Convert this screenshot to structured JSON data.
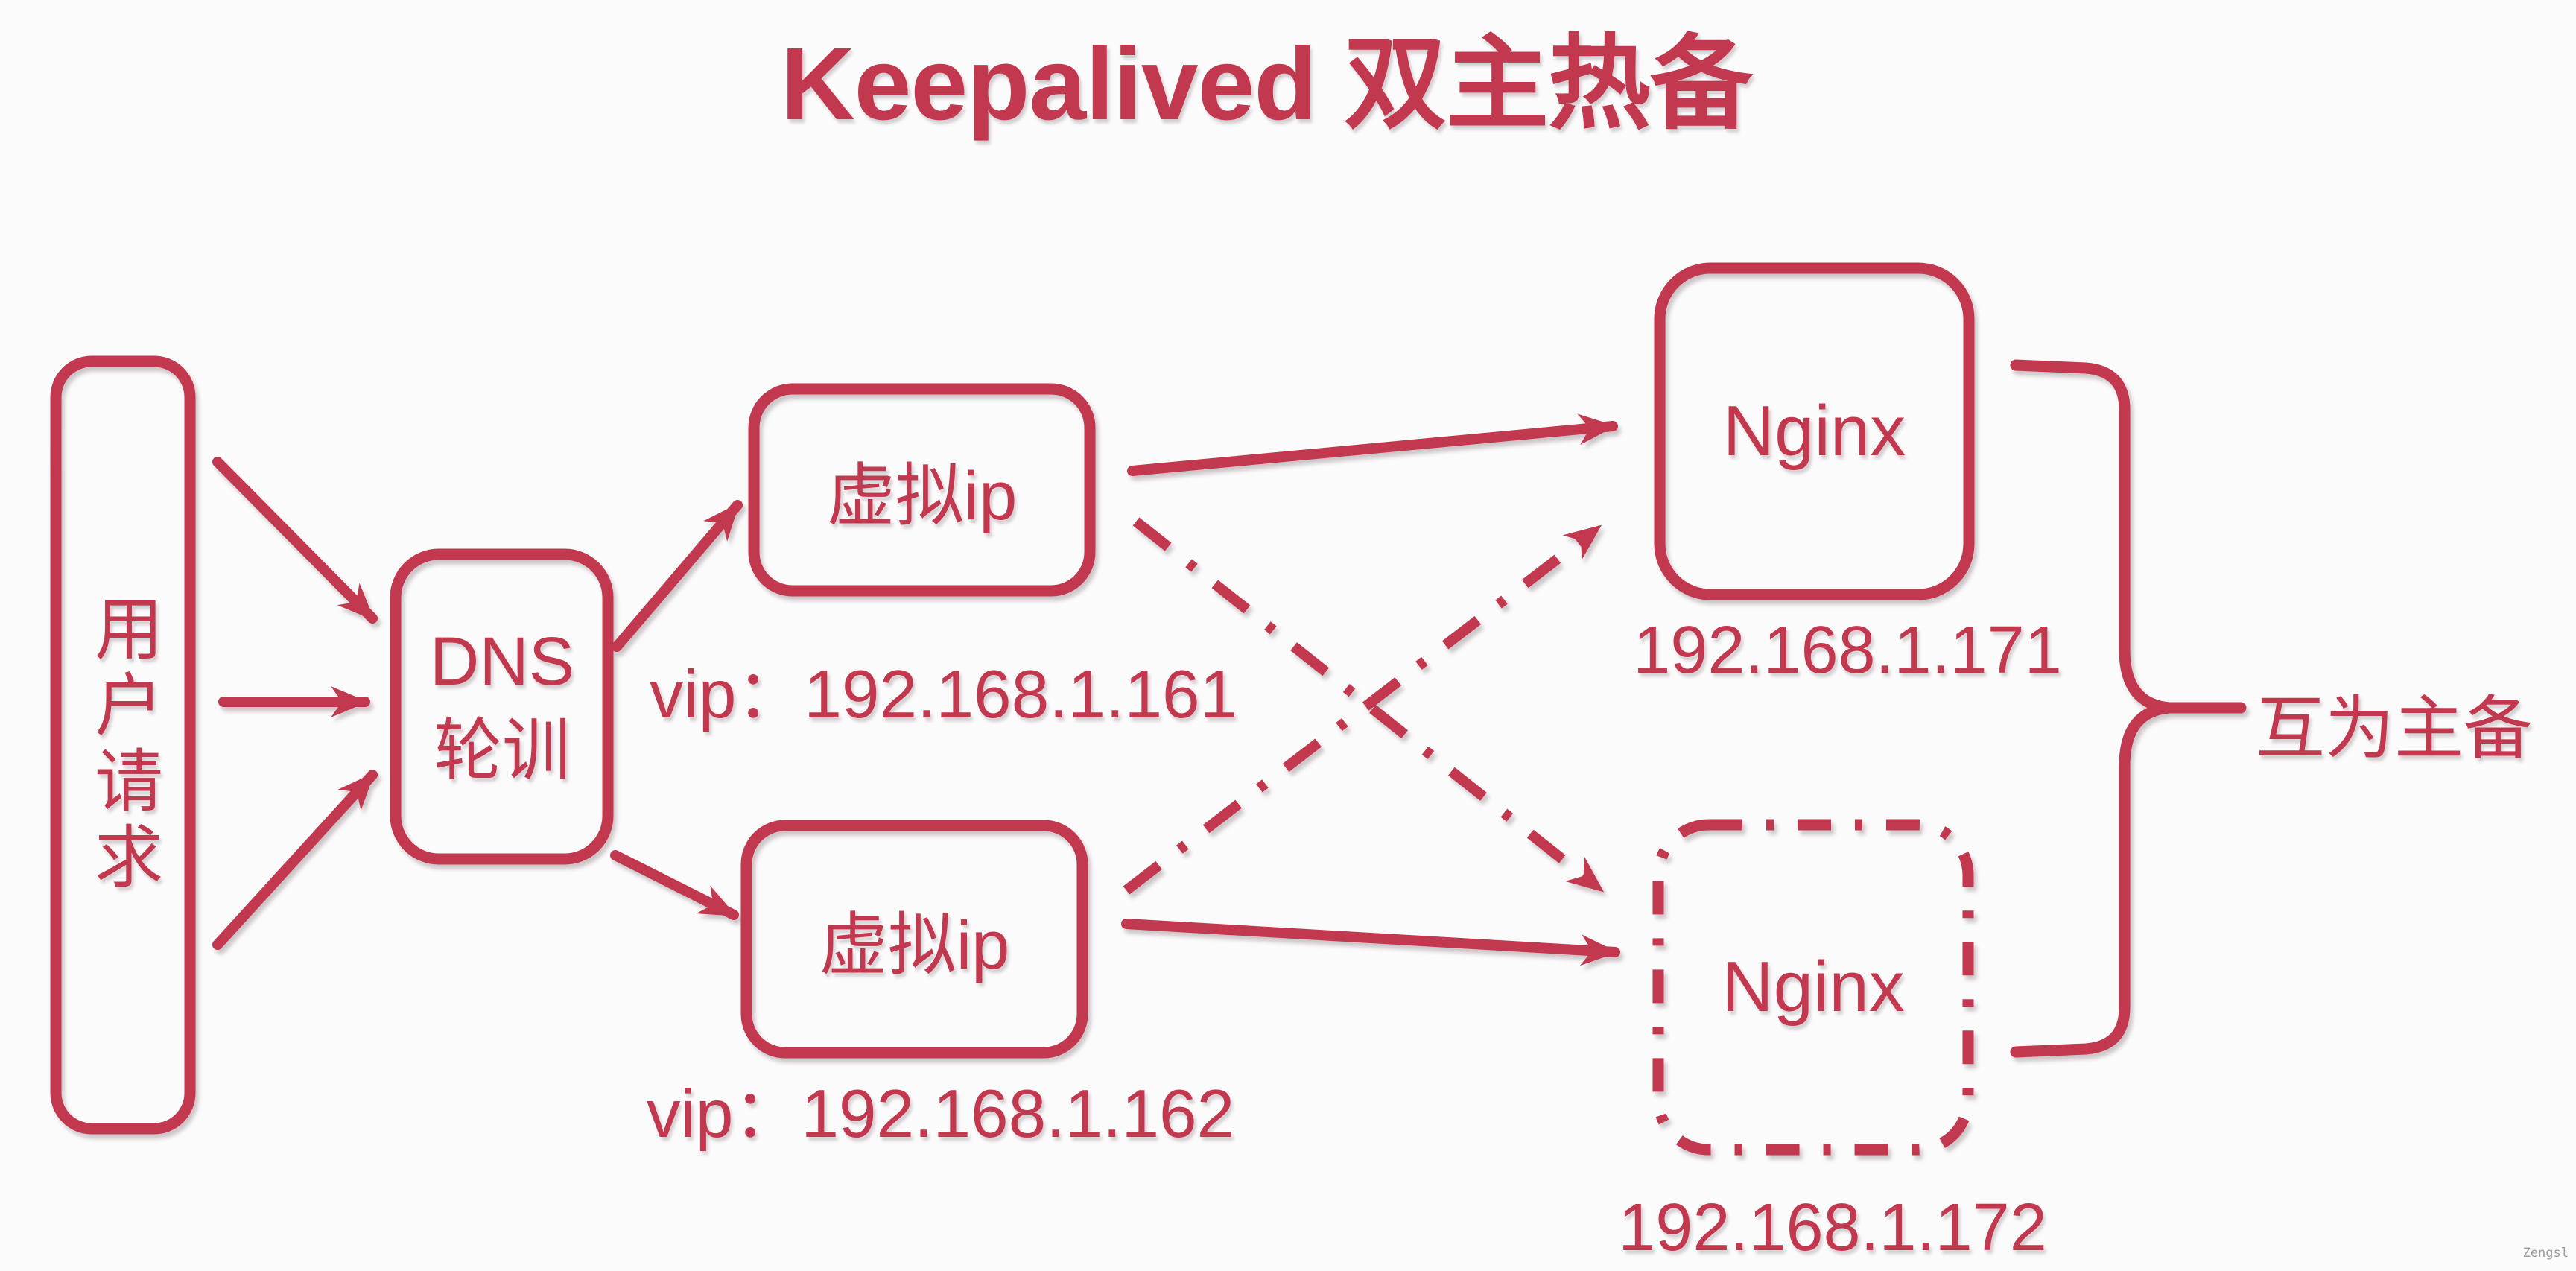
{
  "title": "Keepalived 双主热备",
  "colors": {
    "accent": "#C2384F",
    "background": "#FCFBFC",
    "watermark_gray": "#9B9B9B"
  },
  "nodes": {
    "user": {
      "label": "用户请求"
    },
    "dns": {
      "line1": "DNS",
      "line2": "轮训"
    },
    "vip_top": {
      "label": "虚拟ip",
      "caption": "vip：192.168.1.161"
    },
    "vip_bottom": {
      "label": "虚拟ip",
      "caption": "vip：192.168.1.162"
    },
    "nginx_top": {
      "label": "Nginx",
      "ip": "192.168.1.171"
    },
    "nginx_bottom": {
      "label": "Nginx",
      "ip": "192.168.1.172"
    }
  },
  "annotations": {
    "brace_label": "互为主备",
    "watermark": "Zengsl"
  },
  "edges": [
    {
      "from": "user",
      "to": "dns",
      "style": "solid"
    },
    {
      "from": "user",
      "to": "dns",
      "style": "solid"
    },
    {
      "from": "user",
      "to": "dns",
      "style": "solid"
    },
    {
      "from": "dns",
      "to": "vip_top",
      "style": "solid"
    },
    {
      "from": "dns",
      "to": "vip_bottom",
      "style": "solid"
    },
    {
      "from": "vip_top",
      "to": "nginx_top",
      "style": "solid"
    },
    {
      "from": "vip_top",
      "to": "nginx_bottom",
      "style": "dash-dot"
    },
    {
      "from": "vip_bottom",
      "to": "nginx_top",
      "style": "dash-dot"
    },
    {
      "from": "vip_bottom",
      "to": "nginx_bottom",
      "style": "solid"
    }
  ]
}
